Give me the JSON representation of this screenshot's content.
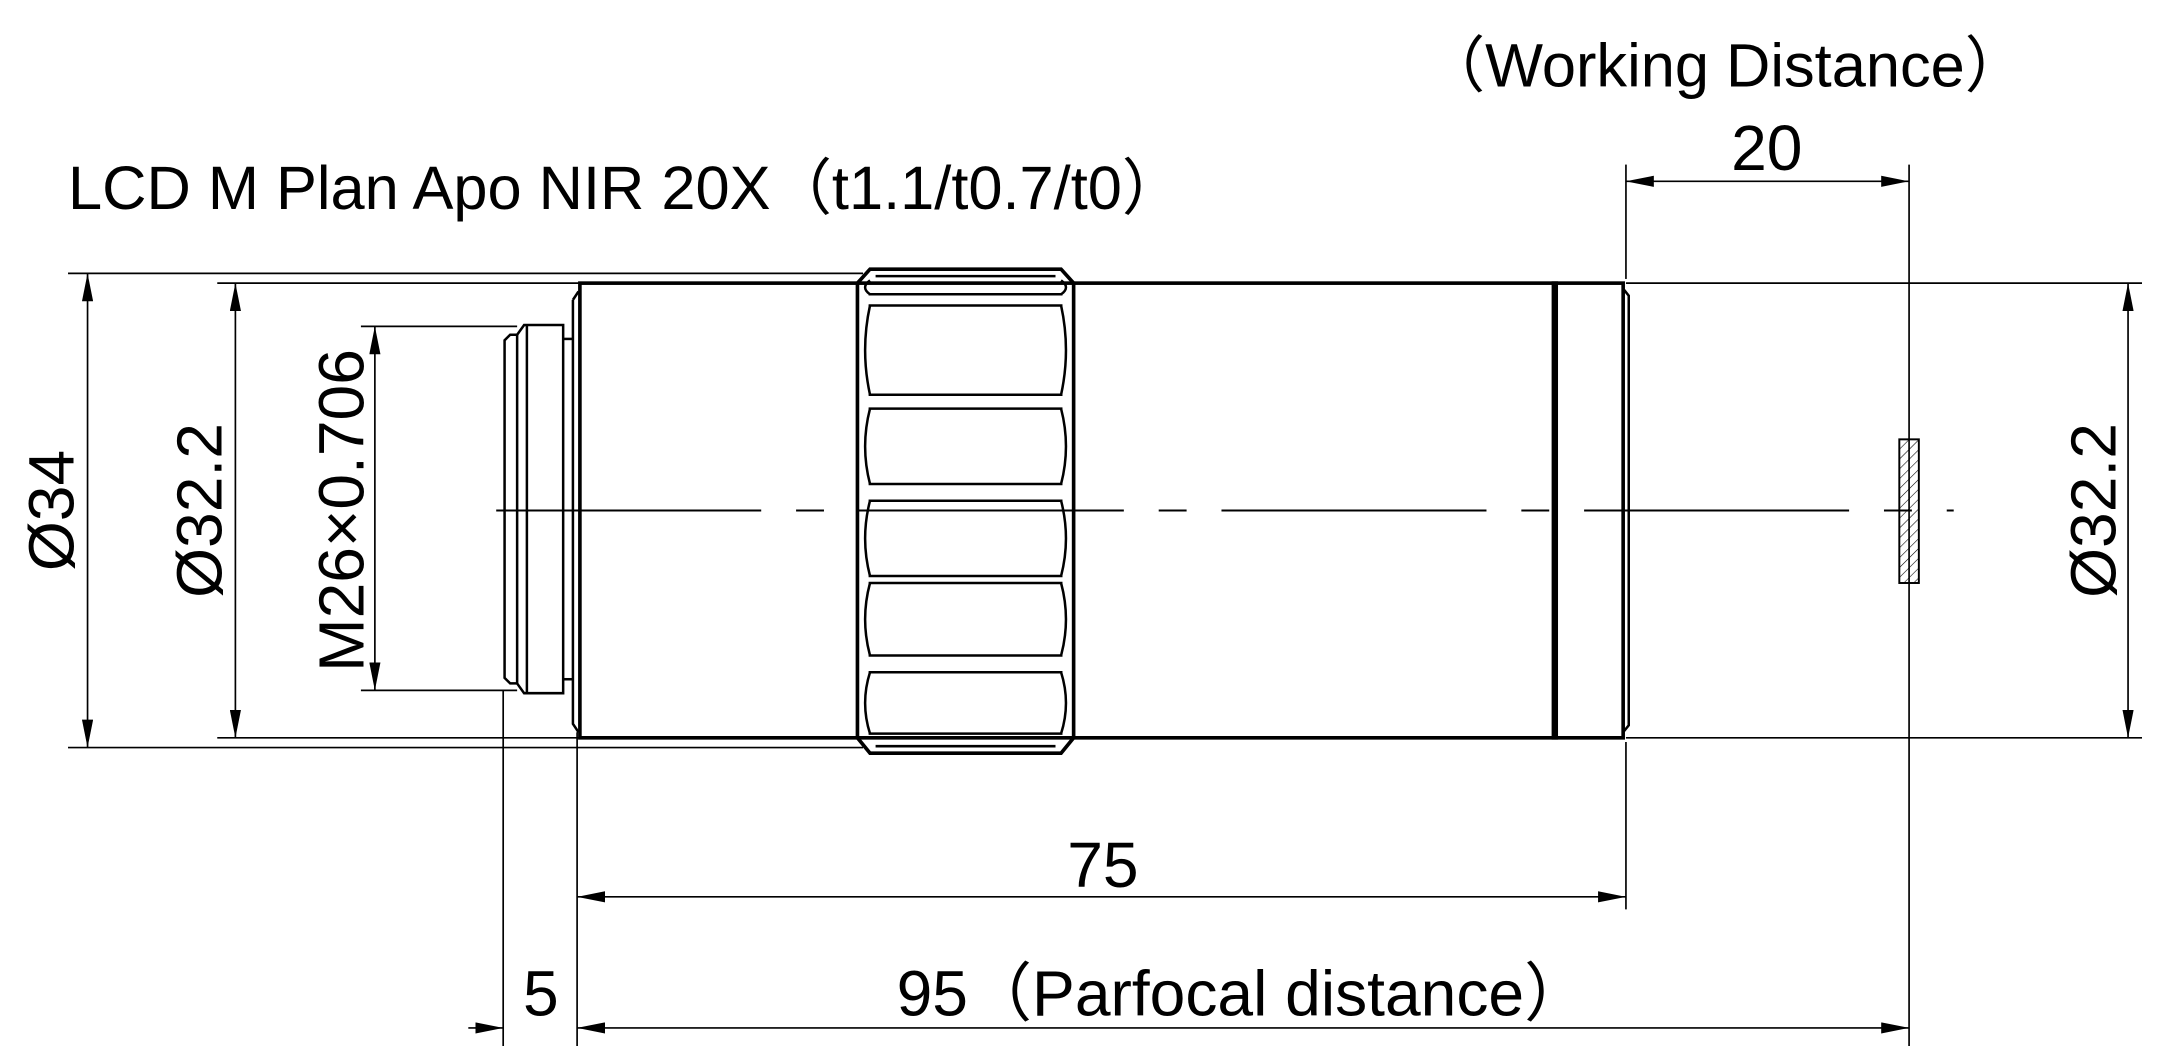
{
  "title": "LCD M Plan Apo NIR 20X（t1.1/t0.7/t0）",
  "working_distance_label": "（Working Distance）",
  "dimensions": {
    "working_distance": "20",
    "outer_diameter": "Ø34",
    "body_diameter_left": "Ø32.2",
    "body_diameter_right": "Ø32.2",
    "thread": "M26×0.706",
    "length": "75",
    "parfocal": "95（Parfocal distance）",
    "thread_length": "5"
  },
  "colors": {
    "line": "#000000",
    "background": "#ffffff"
  }
}
